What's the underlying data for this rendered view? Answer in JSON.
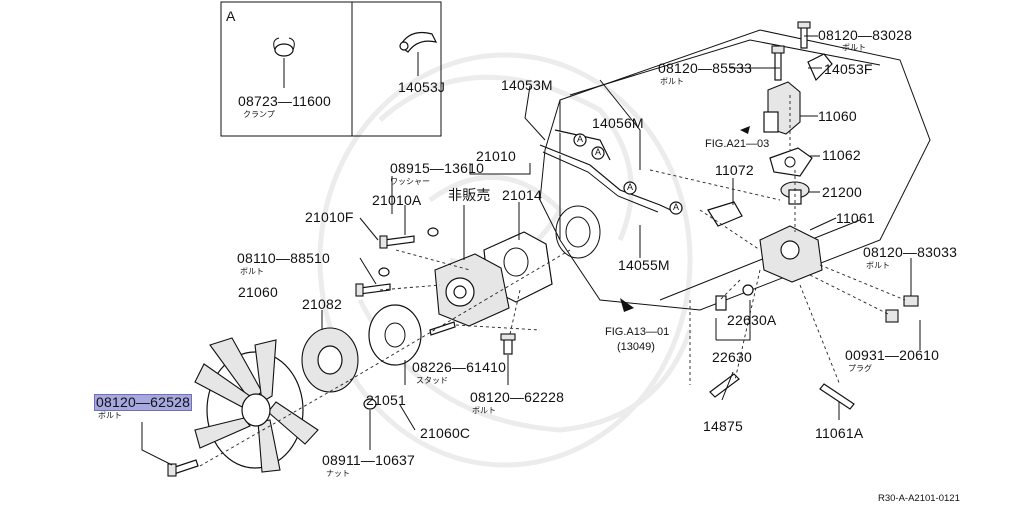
{
  "inset": {
    "section_letter": "A",
    "left_part": "08723—11600",
    "left_sub": "クランプ",
    "right_part": "14053J"
  },
  "labels": {
    "p08120_83028": "08120—83028",
    "sub_83028": "ボルト",
    "p08120_85533": "08120—85533",
    "sub_85533": "ボルト",
    "p14053F": "14053F",
    "p14053M": "14053M",
    "p14056M": "14056M",
    "p11060": "11060",
    "fig_a21": "FIG.A21—03",
    "p11062": "11062",
    "p11072": "11072",
    "p21200": "21200",
    "p11061": "11061",
    "p08915_13610": "08915—13610",
    "sub_13610": "ワッシャー",
    "p21010": "21010",
    "hanbai": "非販売",
    "p21014": "21014",
    "p21010A": "21010A",
    "p21010F": "21010F",
    "p08110_88510": "08110—88510",
    "sub_88510": "ボルト",
    "p21060": "21060",
    "p14055M": "14055M",
    "p08120_83033": "08120—83033",
    "sub_83033": "ボルト",
    "p21082": "21082",
    "fig_a13": "FIG.A13—01",
    "fig_a13_sub": "(13049)",
    "p22630A": "22630A",
    "p22630": "22630",
    "p00931_20610": "00931—20610",
    "sub_20610": "プラグ",
    "p08226_61410": "08226—61410",
    "sub_61410": "スタッド",
    "p08120_62528": "08120—62528",
    "sub_62528": "ボルト",
    "p21051": "21051",
    "p08120_62228": "08120—62228",
    "sub_62228": "ボルト",
    "p21060C": "21060C",
    "p08911_10637": "08911—10637",
    "sub_10637": "ナット",
    "p14875": "14875",
    "p11061A": "11061A",
    "ref_code": "R30-A-A2101-0121",
    "callout": "A"
  },
  "colors": {
    "highlight": "#a8a8e0",
    "line": "#111111"
  }
}
